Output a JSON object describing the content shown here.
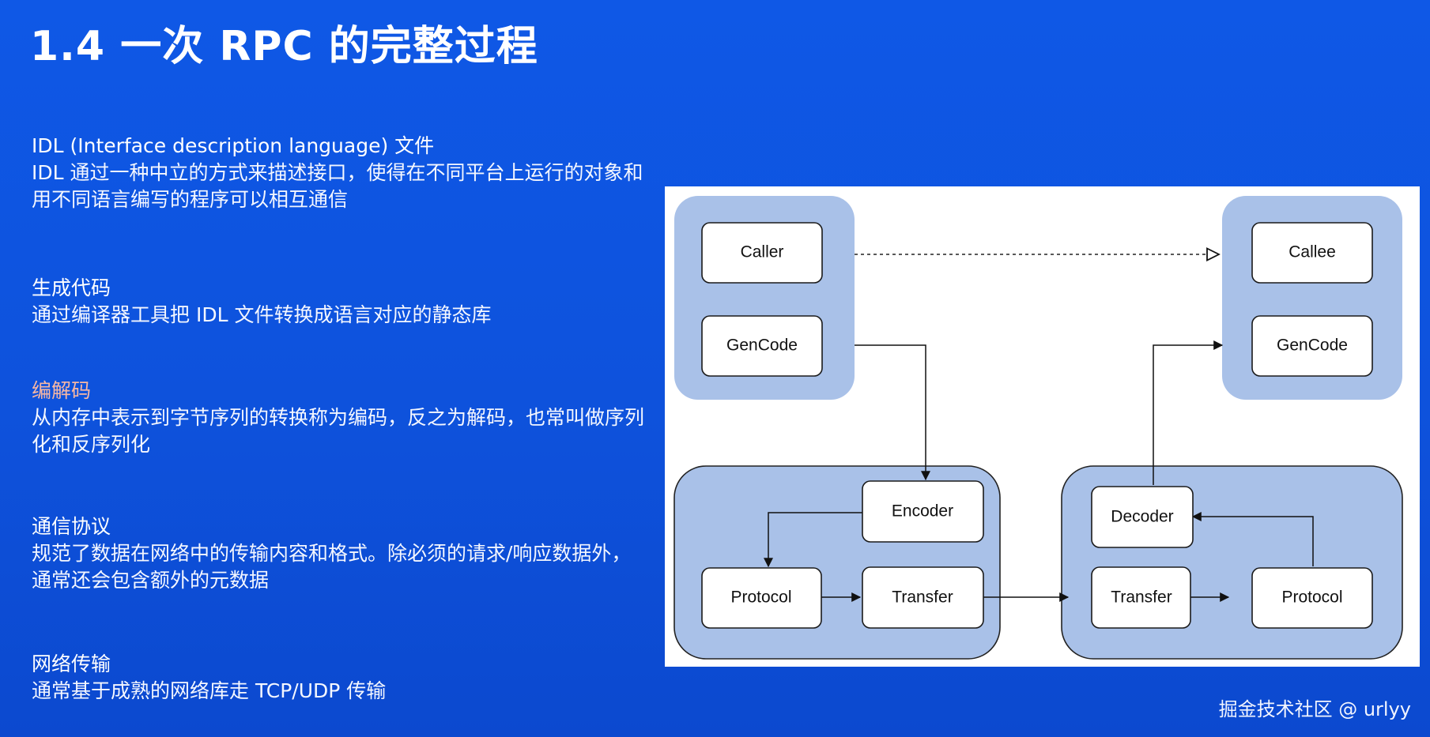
{
  "slide": {
    "title": "1.4 一次 RPC 的完整过程",
    "footer": "掘金技术社区 @ urlyy"
  },
  "sections": [
    {
      "heading": "IDL (Interface description language) 文件",
      "heading_color": "#ffffff",
      "body": "IDL 通过一种中立的方式来描述接口，使得在不同平台上运行的对象和用不同语言编写的程序可以相互通信"
    },
    {
      "heading": "生成代码",
      "heading_color": "#ffffff",
      "body": "通过编译器工具把 IDL 文件转换成语言对应的静态库"
    },
    {
      "heading": "编解码",
      "heading_color": "#f7b7a3",
      "body": "从内存中表示到字节序列的转换称为编码，反之为解码，也常叫做序列化和反序列化"
    },
    {
      "heading": "通信协议",
      "heading_color": "#ffffff",
      "body": "规范了数据在网络中的传输内容和格式。除必须的请求/响应数据外，通常还会包含额外的元数据"
    },
    {
      "heading": "网络传输",
      "heading_color": "#ffffff",
      "body": "通常基于成熟的网络库走 TCP/UDP 传输"
    }
  ],
  "diagram": {
    "group_fill": "#a9c1e8",
    "nodes": {
      "caller": "Caller",
      "gencode_left": "GenCode",
      "callee": "Callee",
      "gencode_right": "GenCode",
      "encoder": "Encoder",
      "protocol_left": "Protocol",
      "transfer_left": "Transfer",
      "decoder": "Decoder",
      "transfer_right": "Transfer",
      "protocol_right": "Protocol"
    }
  }
}
